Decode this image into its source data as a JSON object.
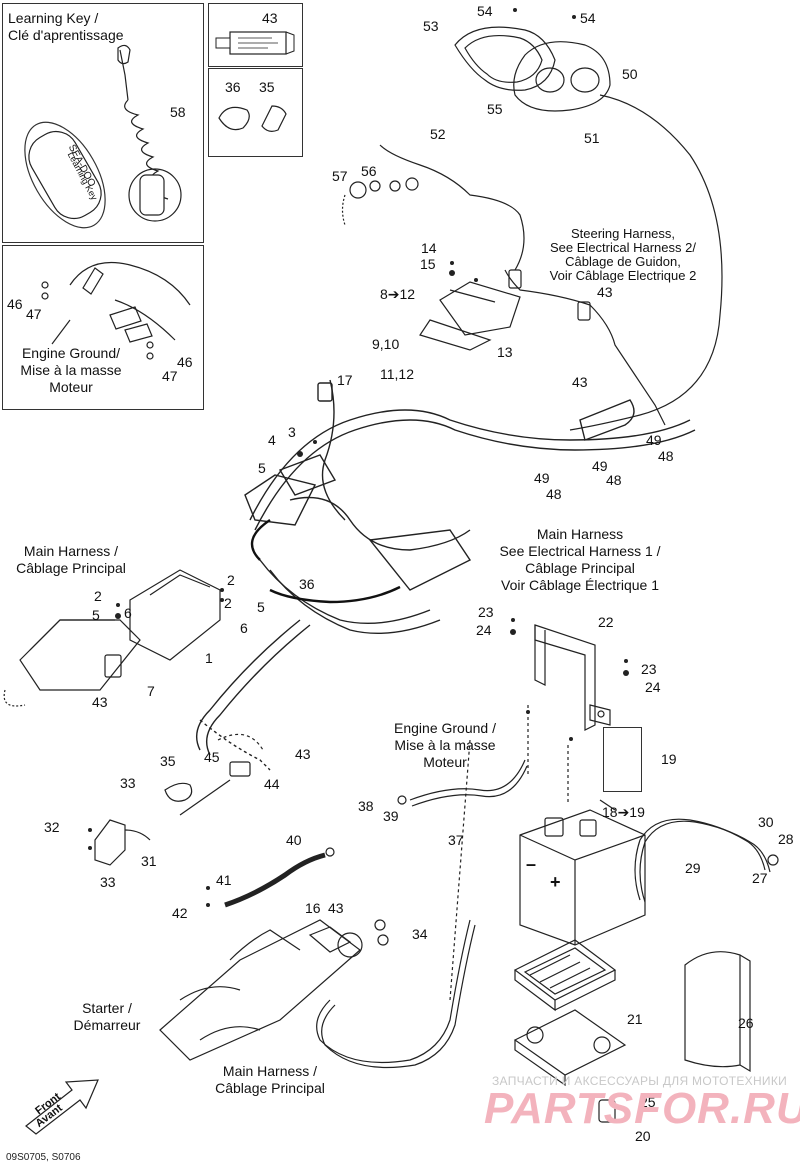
{
  "boxes": {
    "learning_key": {
      "title_line1": "Learning Key /",
      "title_line2": "Clé d'aprentissage",
      "key_text_1": "SEA-DOO",
      "key_text_2": "Learning Key"
    },
    "engine_ground_top": {
      "line1": "Engine Ground/",
      "line2": "Mise à la masse",
      "line3": "Moteur"
    }
  },
  "captions": {
    "steering_harness": [
      "Steering Harness,",
      "See Electrical Harness 2/",
      "Câblage de Guidon,",
      "Voir Câblage Electrique 2"
    ],
    "main_harness_center": [
      "Main Harness",
      "See Electrical Harness 1 /",
      "Câblage Principal",
      "Voir Câblage Électrique 1"
    ],
    "main_harness_left": [
      "Main Harness /",
      "Câblage Principal"
    ],
    "engine_ground_mid": [
      "Engine Ground /",
      "Mise à la masse",
      "Moteur"
    ],
    "starter": [
      "Starter /",
      "Démarreur"
    ],
    "main_harness_bottom": [
      "Main Harness /",
      "Câblage Principal"
    ]
  },
  "front_arrow": {
    "line1": "Front",
    "line2": "Avant"
  },
  "battery_symbols": {
    "minus": "–",
    "plus": "+"
  },
  "part_numbers": [
    "58",
    "43",
    "36",
    "35",
    "53",
    "54",
    "54",
    "50",
    "55",
    "51",
    "52",
    "57",
    "56",
    "14",
    "15",
    "8➔12",
    "9,10",
    "11,12",
    "13",
    "43",
    "43",
    "17",
    "4",
    "3",
    "5",
    "49",
    "48",
    "49",
    "48",
    "49",
    "48",
    "46",
    "47",
    "46",
    "47",
    "36",
    "2",
    "5",
    "6",
    "2",
    "2",
    "5",
    "6",
    "1",
    "7",
    "43",
    "23",
    "24",
    "22",
    "23",
    "24",
    "35",
    "45",
    "43",
    "44",
    "33",
    "32",
    "31",
    "33",
    "38",
    "39",
    "37",
    "19",
    "18➔19",
    "30",
    "28",
    "29",
    "27",
    "40",
    "41",
    "42",
    "16",
    "43",
    "34",
    "21",
    "26",
    "25",
    "20"
  ],
  "watermark": {
    "line1": "ЗАПЧАСТИ И АКСЕССУАРЫ ДЛЯ МОТОТЕХНИКИ",
    "line2": "PARTSFOR.RU"
  },
  "drawing_code": "09S0705, S0706"
}
